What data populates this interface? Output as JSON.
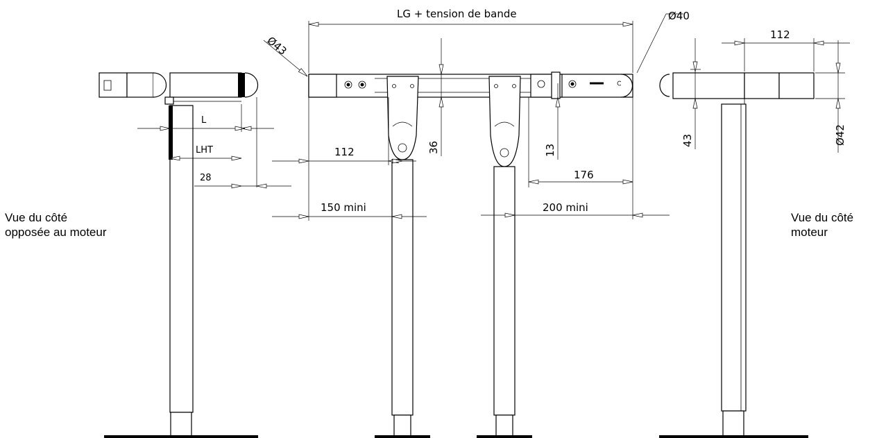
{
  "captions": {
    "left": [
      "Vue du côté",
      "opposée au moteur"
    ],
    "right": [
      "Vue du côté",
      "moteur"
    ]
  },
  "dimensions": {
    "lg": "LG + tension de bande",
    "d40": "Ø40",
    "d43_left": "Ø43",
    "d42": "Ø42",
    "d112_top": "112",
    "d43_right": "43",
    "l": "L",
    "lht": "LHT",
    "d28": "28",
    "d112_mid": "112",
    "d36": "36",
    "d13": "13",
    "d176": "176",
    "d150": "150 mini",
    "d200": "200 mini"
  }
}
